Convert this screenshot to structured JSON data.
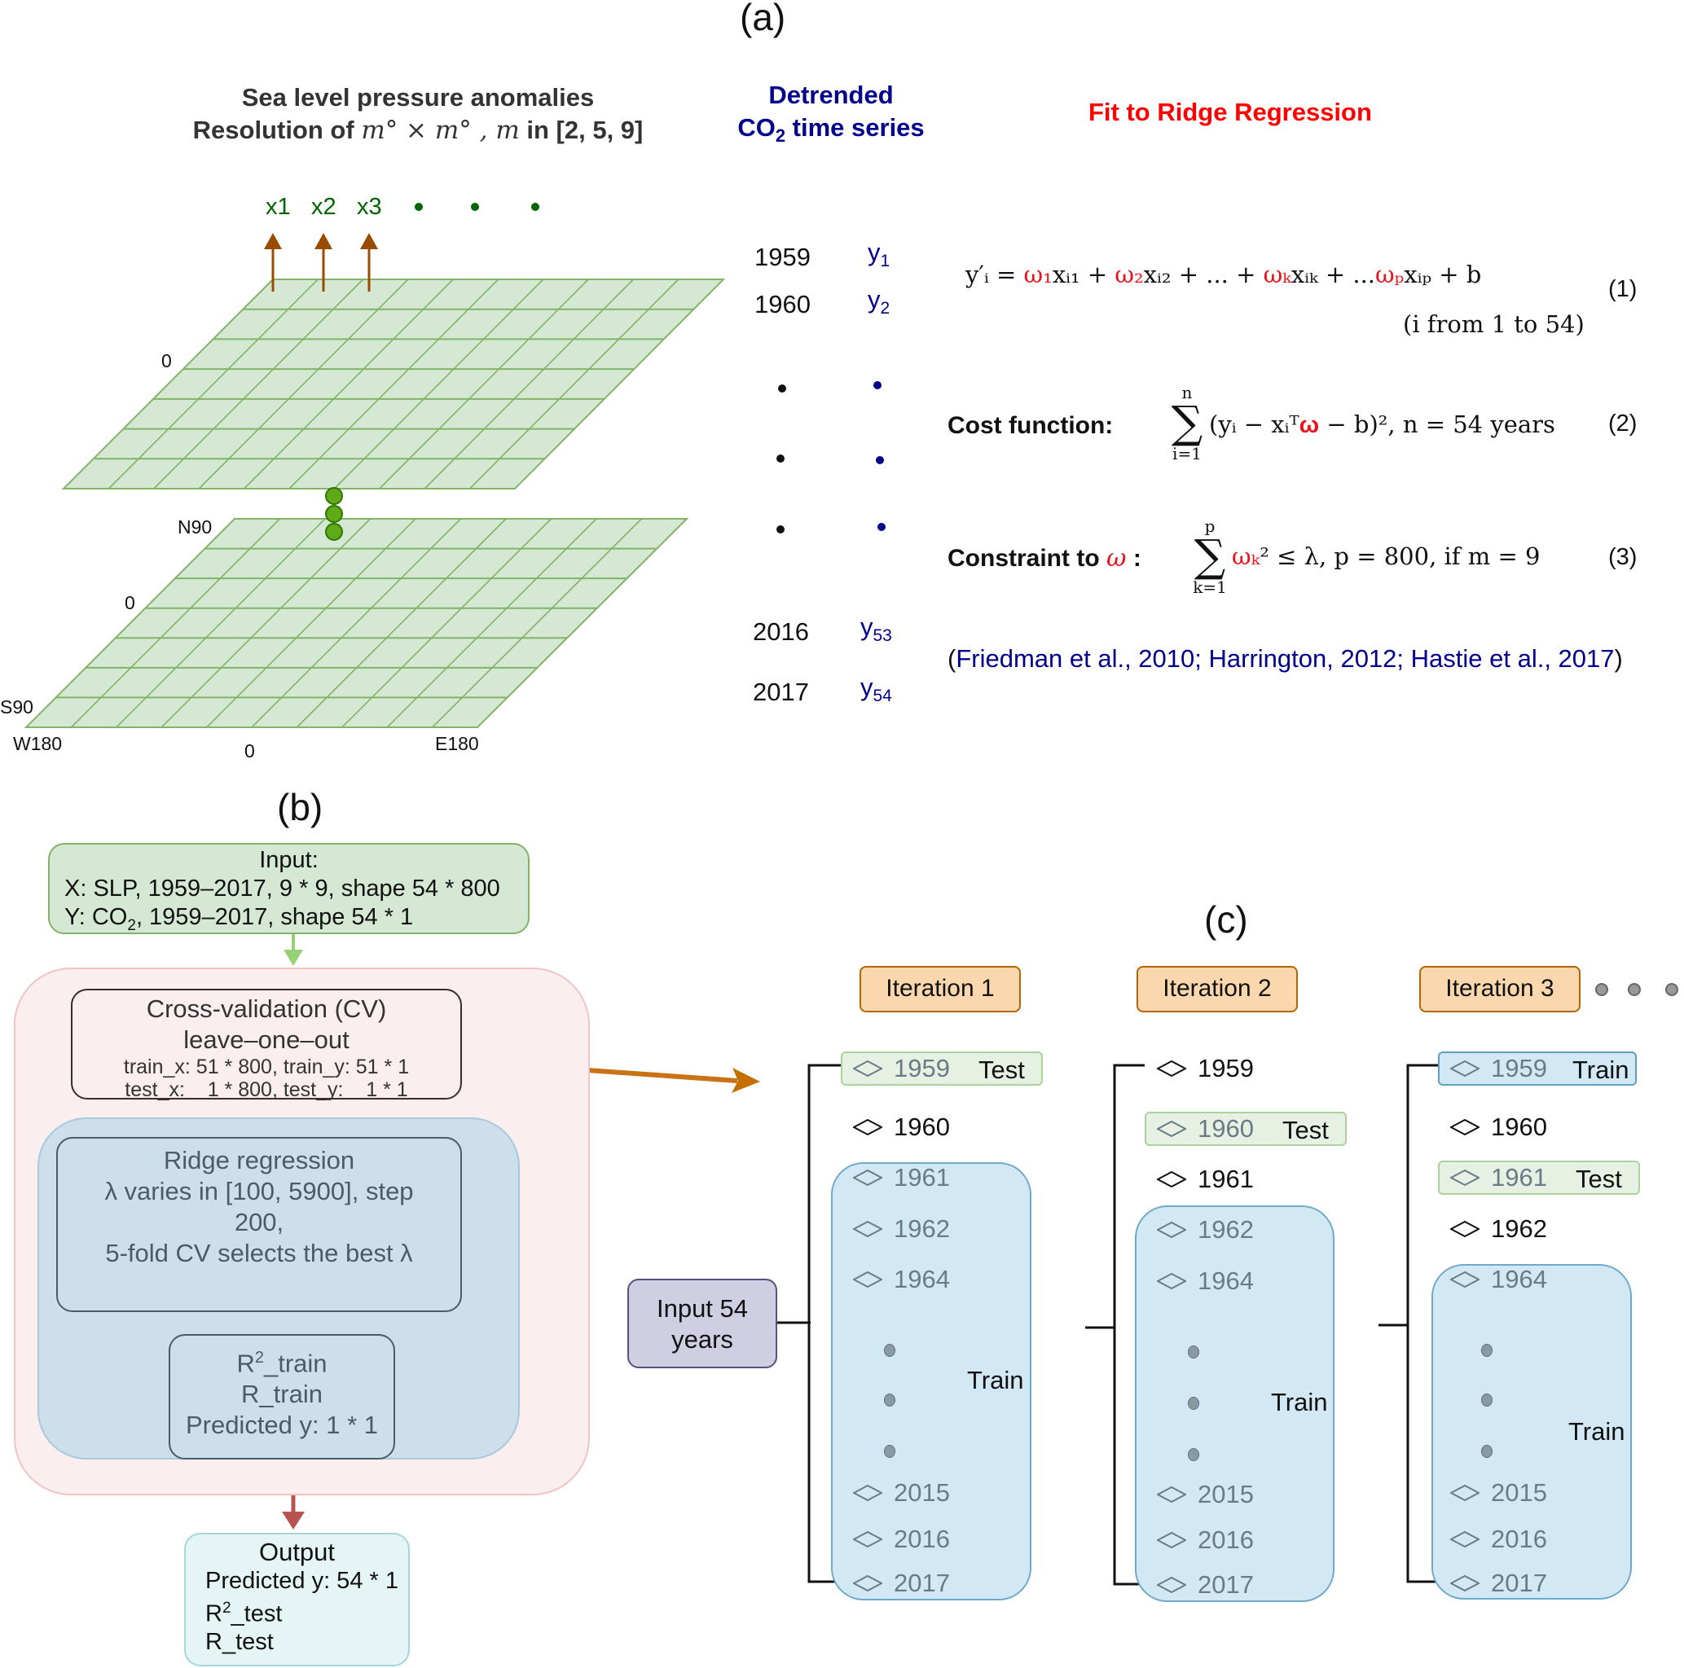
{
  "panel_labels": {
    "a": "(a)",
    "b": "(b)",
    "c": "(c)"
  },
  "panel_a": {
    "slp_title_line1": "Sea level pressure anomalies",
    "slp_title_line2_prefix": "Resolution of",
    "slp_title_line2_math": "m° × m° , m",
    "slp_title_line2_suffix": "in [2, 5, 9]",
    "co2_title_line1": "Detrended",
    "co2_title_line2_co": "CO",
    "co2_title_line2_sub": "2",
    "co2_title_line2_rest": " time series",
    "fit_title": "Fit to Ridge Regression",
    "features": [
      "x1",
      "x2",
      "x3"
    ],
    "feature_ellipsis_count": 3,
    "grid_labels": {
      "top_plane_zero": "0",
      "bottom_plane_n90": "N90",
      "bottom_plane_zero": "0",
      "bottom_plane_s90": "S90",
      "w180": "W180",
      "center_zero": "0",
      "e180": "E180"
    },
    "grid": {
      "columns": 10,
      "rows": 7,
      "color_fill": "#d5e8d4",
      "color_line": "#82b366"
    },
    "years": [
      {
        "year": "1959",
        "y_base": "y",
        "y_sub": "1"
      },
      {
        "year": "1960",
        "y_base": "y",
        "y_sub": "2"
      },
      {
        "year": "2016",
        "y_base": "y",
        "y_sub": "53"
      },
      {
        "year": "2017",
        "y_base": "y",
        "y_sub": "54"
      }
    ],
    "equations": {
      "eq1_lhs": "y′ᵢ = ",
      "eq1_terms": [
        {
          "w": "ω₁",
          "x": "xᵢ₁ + "
        },
        {
          "w": "ω₂",
          "x": "xᵢ₂ + ... + "
        },
        {
          "w": "ωₖ",
          "x": "xᵢₖ + ..."
        },
        {
          "w": "ωₚ",
          "x": "xᵢₚ + b"
        }
      ],
      "eq1_number": "(1)",
      "eq1_note": "(i from 1 to 54)",
      "eq2_label": "Cost function:",
      "eq2_sum_top": "n",
      "eq2_sum_bottom": "i=1",
      "eq2_body_pre": "(yᵢ − xᵢᵀ",
      "eq2_body_w": "ω",
      "eq2_body_post": " − b)², n = 54 years",
      "eq2_number": "(2)",
      "eq3_label": "Constraint to",
      "eq3_label_w": "ω",
      "eq3_colon": ":",
      "eq3_sum_top": "p",
      "eq3_sum_bottom": "k=1",
      "eq3_body_w": "ωₖ",
      "eq3_body_post": "² ≤ λ, p = 800, if m = 9",
      "eq3_number": "(3)"
    },
    "citation_open": "(",
    "citation": "Friedman et al., 2010; Harrington, 2012; Hastie et al., 2017",
    "citation_close": ")",
    "colors": {
      "weight_red": "#e8141b",
      "co2_blue": "#00008b",
      "feature_green": "#006400",
      "arrow_brown": "#994c00"
    }
  },
  "panel_b": {
    "input_title": "Input:",
    "input_x": "X:  SLP, 1959–2017, 9 * 9, shape 54 * 800",
    "input_y_prefix": "Y:  CO",
    "input_y_sub": "2",
    "input_y_suffix": ", 1959–2017, shape 54 * 1",
    "cv_title": "Cross-validation (CV)",
    "cv_subtitle": "leave–one–out",
    "cv_train": "train_x: 51 * 800, train_y: 51 * 1",
    "cv_test": "test_x:    1 * 800, test_y:    1 * 1",
    "ridge_title": "Ridge regression",
    "ridge_line2": "λ varies in [100, 5900], step",
    "ridge_line3": "200,",
    "ridge_line4": "5-fold CV selects the best λ",
    "result_r2_base": "R",
    "result_r2_sup": "2",
    "result_r2_rest": "_train",
    "result_r": "R_train",
    "result_pred": "Predicted y: 1 * 1",
    "output_title": "Output",
    "output_pred": "Predicted y: 54 * 1",
    "output_r2_base": "R",
    "output_r2_sup": "2",
    "output_r2_rest": "_test",
    "output_r": "R_test"
  },
  "panel_c": {
    "input_label": "Input 54 years",
    "iterations": [
      {
        "label": "Iteration 1",
        "rows": [
          {
            "year": "1959",
            "state": "test",
            "tag": "Test"
          },
          {
            "year": "1960",
            "state": "plain"
          },
          {
            "year": "1961",
            "state": "train"
          },
          {
            "year": "1962",
            "state": "train"
          },
          {
            "year": "1964",
            "state": "train"
          },
          {
            "year": "2015",
            "state": "train"
          },
          {
            "year": "2016",
            "state": "train"
          },
          {
            "year": "2017",
            "state": "train"
          }
        ],
        "train_label": "Train"
      },
      {
        "label": "Iteration 2",
        "rows": [
          {
            "year": "1959",
            "state": "plain"
          },
          {
            "year": "1960",
            "state": "test",
            "tag": "Test"
          },
          {
            "year": "1961",
            "state": "plain"
          },
          {
            "year": "1962",
            "state": "train"
          },
          {
            "year": "1964",
            "state": "train"
          },
          {
            "year": "2015",
            "state": "train"
          },
          {
            "year": "2016",
            "state": "train"
          },
          {
            "year": "2017",
            "state": "train"
          }
        ],
        "train_label": "Train"
      },
      {
        "label": "Iteration 3",
        "rows": [
          {
            "year": "1959",
            "state": "train-hl",
            "tag": "Train"
          },
          {
            "year": "1960",
            "state": "plain"
          },
          {
            "year": "1961",
            "state": "test",
            "tag": "Test"
          },
          {
            "year": "1962",
            "state": "plain"
          },
          {
            "year": "1964",
            "state": "train"
          },
          {
            "year": "2015",
            "state": "train"
          },
          {
            "year": "2016",
            "state": "train"
          },
          {
            "year": "2017",
            "state": "train"
          }
        ],
        "train_label": "Train"
      }
    ],
    "more_iterations_dots": 3
  }
}
